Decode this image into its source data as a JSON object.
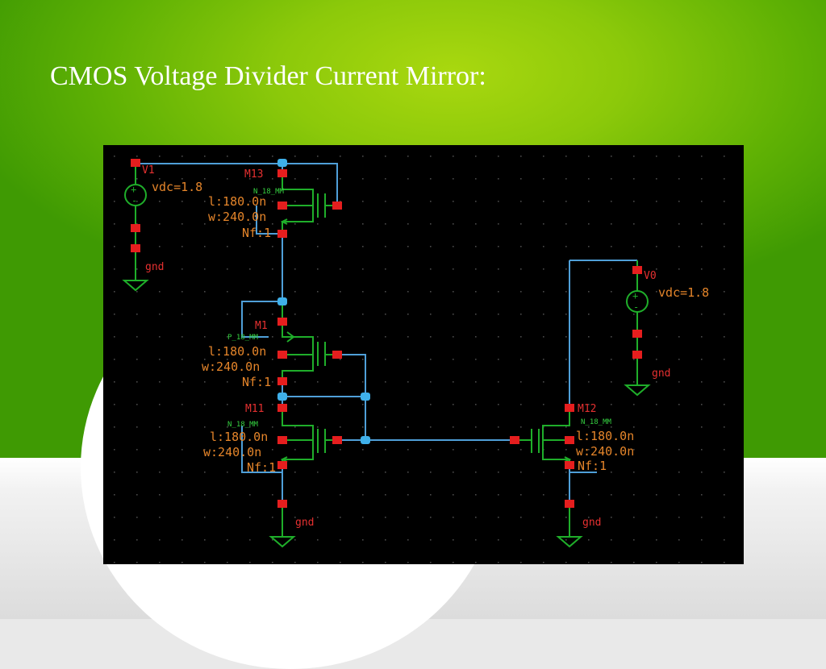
{
  "slide": {
    "title": "CMOS Voltage Divider Current Mirror:"
  },
  "colors": {
    "background_green": "#5fb104",
    "schematic_background": "#000000",
    "wire": "#4f9fd8",
    "device": "#1fae2a",
    "pin": "#e51e1e",
    "label": "#e5852a"
  },
  "schematic": {
    "sources": [
      {
        "name": "V1",
        "param": "vdc=1.8",
        "ground": "gnd"
      },
      {
        "name": "V0",
        "param": "vdc=1.8",
        "ground": "gnd"
      }
    ],
    "transistors": [
      {
        "name": "M13",
        "model": "N_18_MM",
        "l": "l:180.0n",
        "w": "w:240.0n",
        "nf": "Nf:1"
      },
      {
        "name": "M1",
        "model": "P_18_MM",
        "l": "l:180.0n",
        "w": "w:240.0n",
        "nf": "Nf:1"
      },
      {
        "name": "M11",
        "model": "N_18_MM",
        "l": "l:180.0n",
        "w": "w:240.0n",
        "nf": "Nf:1"
      },
      {
        "name": "M12",
        "model": "N_18_MM",
        "l": "l:180.0n",
        "w": "w:240.0n",
        "nf": "Nf:1"
      }
    ],
    "grounds": [
      "gnd",
      "gnd"
    ]
  }
}
